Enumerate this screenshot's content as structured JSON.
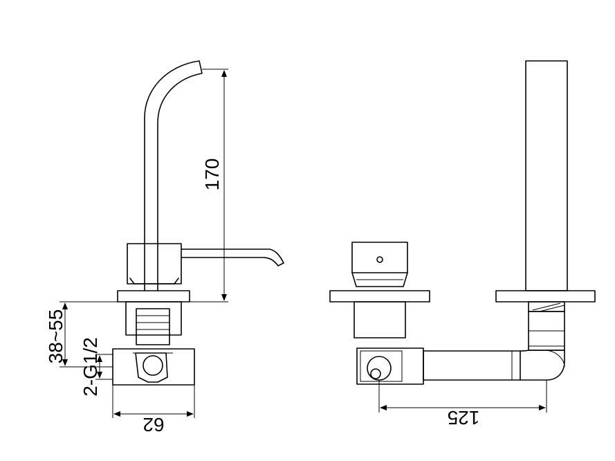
{
  "dimensions": {
    "spout_height": "170",
    "depth_range": "38~55",
    "thread": "2-G1/2",
    "body_width": "62",
    "spacing": "125"
  }
}
